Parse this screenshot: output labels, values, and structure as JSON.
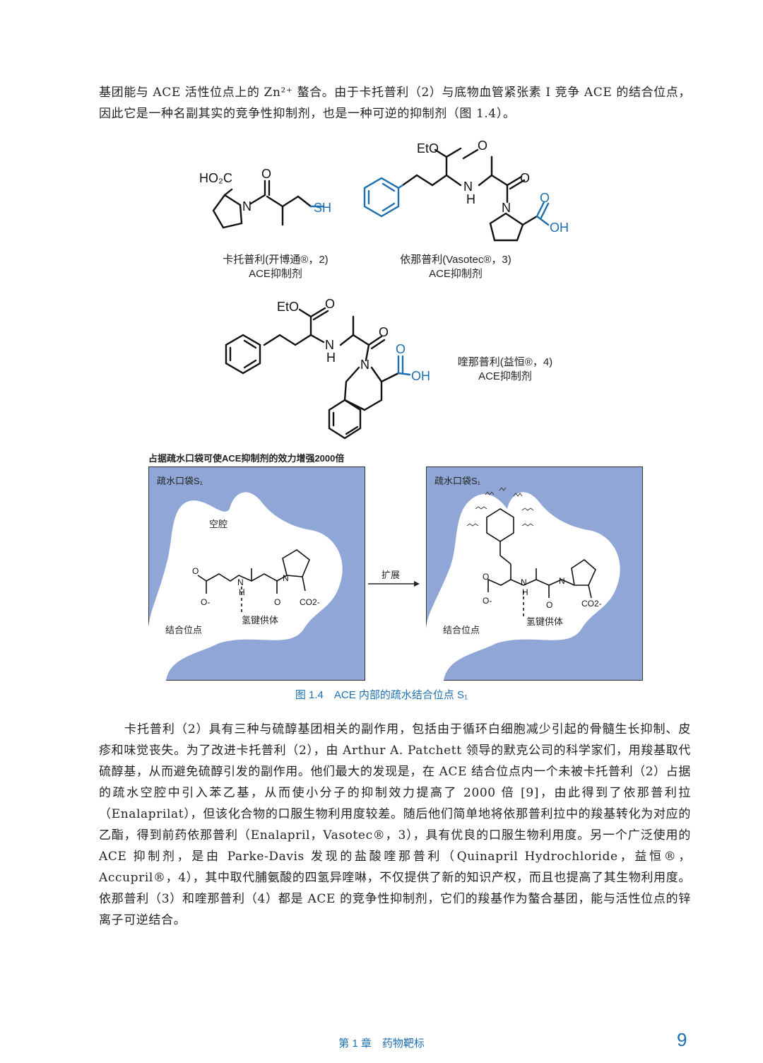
{
  "intro_paragraph": "基团能与 ACE 活性位点上的 Zn²⁺ 螯合。由于卡托普利（2）与底物血管紧张素 Ⅰ 竞争 ACE 的结合位点，因此它是一种名副其实的竞争性抑制剂，也是一种可逆的抑制剂（图 1.4）。",
  "structures": {
    "captopril": {
      "line1": "卡托普利(开博通®，2)",
      "line2": "ACE抑制剂"
    },
    "enalapril": {
      "line1": "依那普利(Vasotec®，3)",
      "line2": "ACE抑制剂"
    },
    "quinapril": {
      "line1": "喹那普利(益恒®，4)",
      "line2": "ACE抑制剂"
    }
  },
  "atom_labels": {
    "ho2c": "HO₂C",
    "o": "O",
    "n": "N",
    "sh": "SH",
    "eto": "EtO",
    "h": "H",
    "oh": "OH"
  },
  "figure": {
    "header": "占据疏水口袋可使ACE抑制剂的效力增强2000倍",
    "left_panel": {
      "pocket": "疏水口袋S₁",
      "cavity": "空腔",
      "site": "结合位点",
      "donor": "氢键供体"
    },
    "right_panel": {
      "pocket": "疏水口袋S₁",
      "site": "结合位点",
      "donor": "氢键供体"
    },
    "arrow_label": "扩展",
    "caption": "图 1.4　ACE 内部的疏水结合位点 S₁"
  },
  "body_paragraph": "卡托普利（2）具有三种与硫醇基团相关的副作用，包括由于循环白细胞减少引起的骨髓生长抑制、皮疹和味觉丧失。为了改进卡托普利（2），由 Arthur A. Patchett 领导的默克公司的科学家们，用羧基取代硫醇基，从而避免硫醇引发的副作用。他们最大的发现是，在 ACE 结合位点内一个未被卡托普利（2）占据的疏水空腔中引入苯乙基，从而使小分子的抑制效力提高了 2000 倍 [9]，由此得到了依那普利拉（Enalaprilat），但该化合物的口服生物利用度较差。随后他们简单地将依那普利拉中的羧基转化为对应的乙酯，得到前药依那普利（Enalapril，Vasotec®，3），具有优良的口服生物利用度。另一个广泛使用的 ACE 抑制剂，是由 Parke-Davis 发现的盐酸喹那普利（Quinapril Hydrochloride，益恒®，Accupril®，4），其中取代脯氨酸的四氢异喹啉，不仅提供了新的知识产权，而且也提高了其生物利用度。依那普利（3）和喹那普利（4）都是 ACE 的竞争性抑制剂，它们的羧基作为螯合基团，能与活性位点的锌离子可逆结合。",
  "footer": {
    "chapter": "第 1 章　药物靶标",
    "page": "9"
  },
  "colors": {
    "accent": "#1d6fb0",
    "pocket": "#8fa6d6"
  }
}
